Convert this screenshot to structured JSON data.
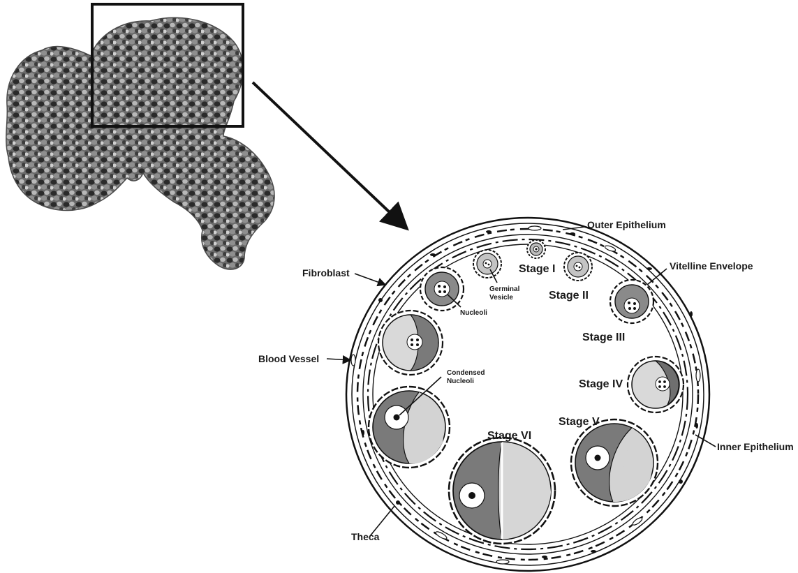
{
  "labels": {
    "outer_epithelium": "Outer Epithelium",
    "vitelline_envelope": "Vitelline Envelope",
    "fibroblast": "Fibroblast",
    "blood_vessel": "Blood Vessel",
    "inner_epithelium": "Inner Epithelium",
    "theca": "Theca",
    "germinal_vesicle_1": "Germinal",
    "germinal_vesicle_2": "Vesicle",
    "nucleoli": "Nucleoli",
    "condensed_nucleoli_1": "Condensed",
    "condensed_nucleoli_2": "Nucleoli"
  },
  "stages": {
    "s1": "Stage I",
    "s2": "Stage II",
    "s3": "Stage III",
    "s4": "Stage IV",
    "s5": "Stage V",
    "s6": "Stage VI"
  }
}
